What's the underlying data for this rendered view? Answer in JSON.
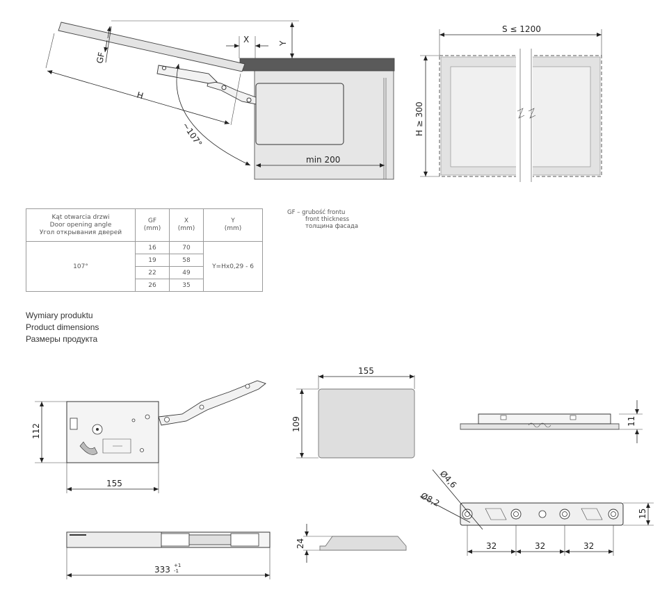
{
  "diagram": {
    "opening_angle_label": "~107°",
    "gf_label": "GF",
    "h_label": "H",
    "x_label": "X",
    "y_label": "Y",
    "min_label": "min 200",
    "s_label": "S ≤ 1200",
    "h_min_label": "H ≥ 300"
  },
  "table": {
    "header": {
      "angle": [
        "Kąt otwarcia drzwi",
        "Door opening angle",
        "Угол  открывания дверей"
      ],
      "gf": [
        "GF",
        "(mm)"
      ],
      "x": [
        "X",
        "(mm)"
      ],
      "y": [
        "Y",
        "(mm)"
      ]
    },
    "angle_value": "107°",
    "rows": [
      {
        "gf": "16",
        "x": "70"
      },
      {
        "gf": "19",
        "x": "58"
      },
      {
        "gf": "22",
        "x": "49"
      },
      {
        "gf": "26",
        "x": "35"
      }
    ],
    "y_formula": "Y=Hx0,29 - 6"
  },
  "legend": {
    "lines": [
      "GF – grubość frontu",
      "front thickness",
      "толщина фасада"
    ]
  },
  "product_dimensions": {
    "title_lines": [
      "Wymiary produktu",
      "Product dimensions",
      "Размеры продукта"
    ],
    "side_width": "155",
    "side_height": "112",
    "cover_width": "155",
    "cover_height": "109",
    "cover_depth": "24",
    "total_length": "333",
    "length_tol_plus": "+1",
    "length_tol_minus": "-1",
    "top_height": "11",
    "plate_height": "15",
    "hole_large": "Ø8,2",
    "hole_small": "Ø4,6",
    "spacing": [
      "32",
      "32",
      "32"
    ]
  }
}
